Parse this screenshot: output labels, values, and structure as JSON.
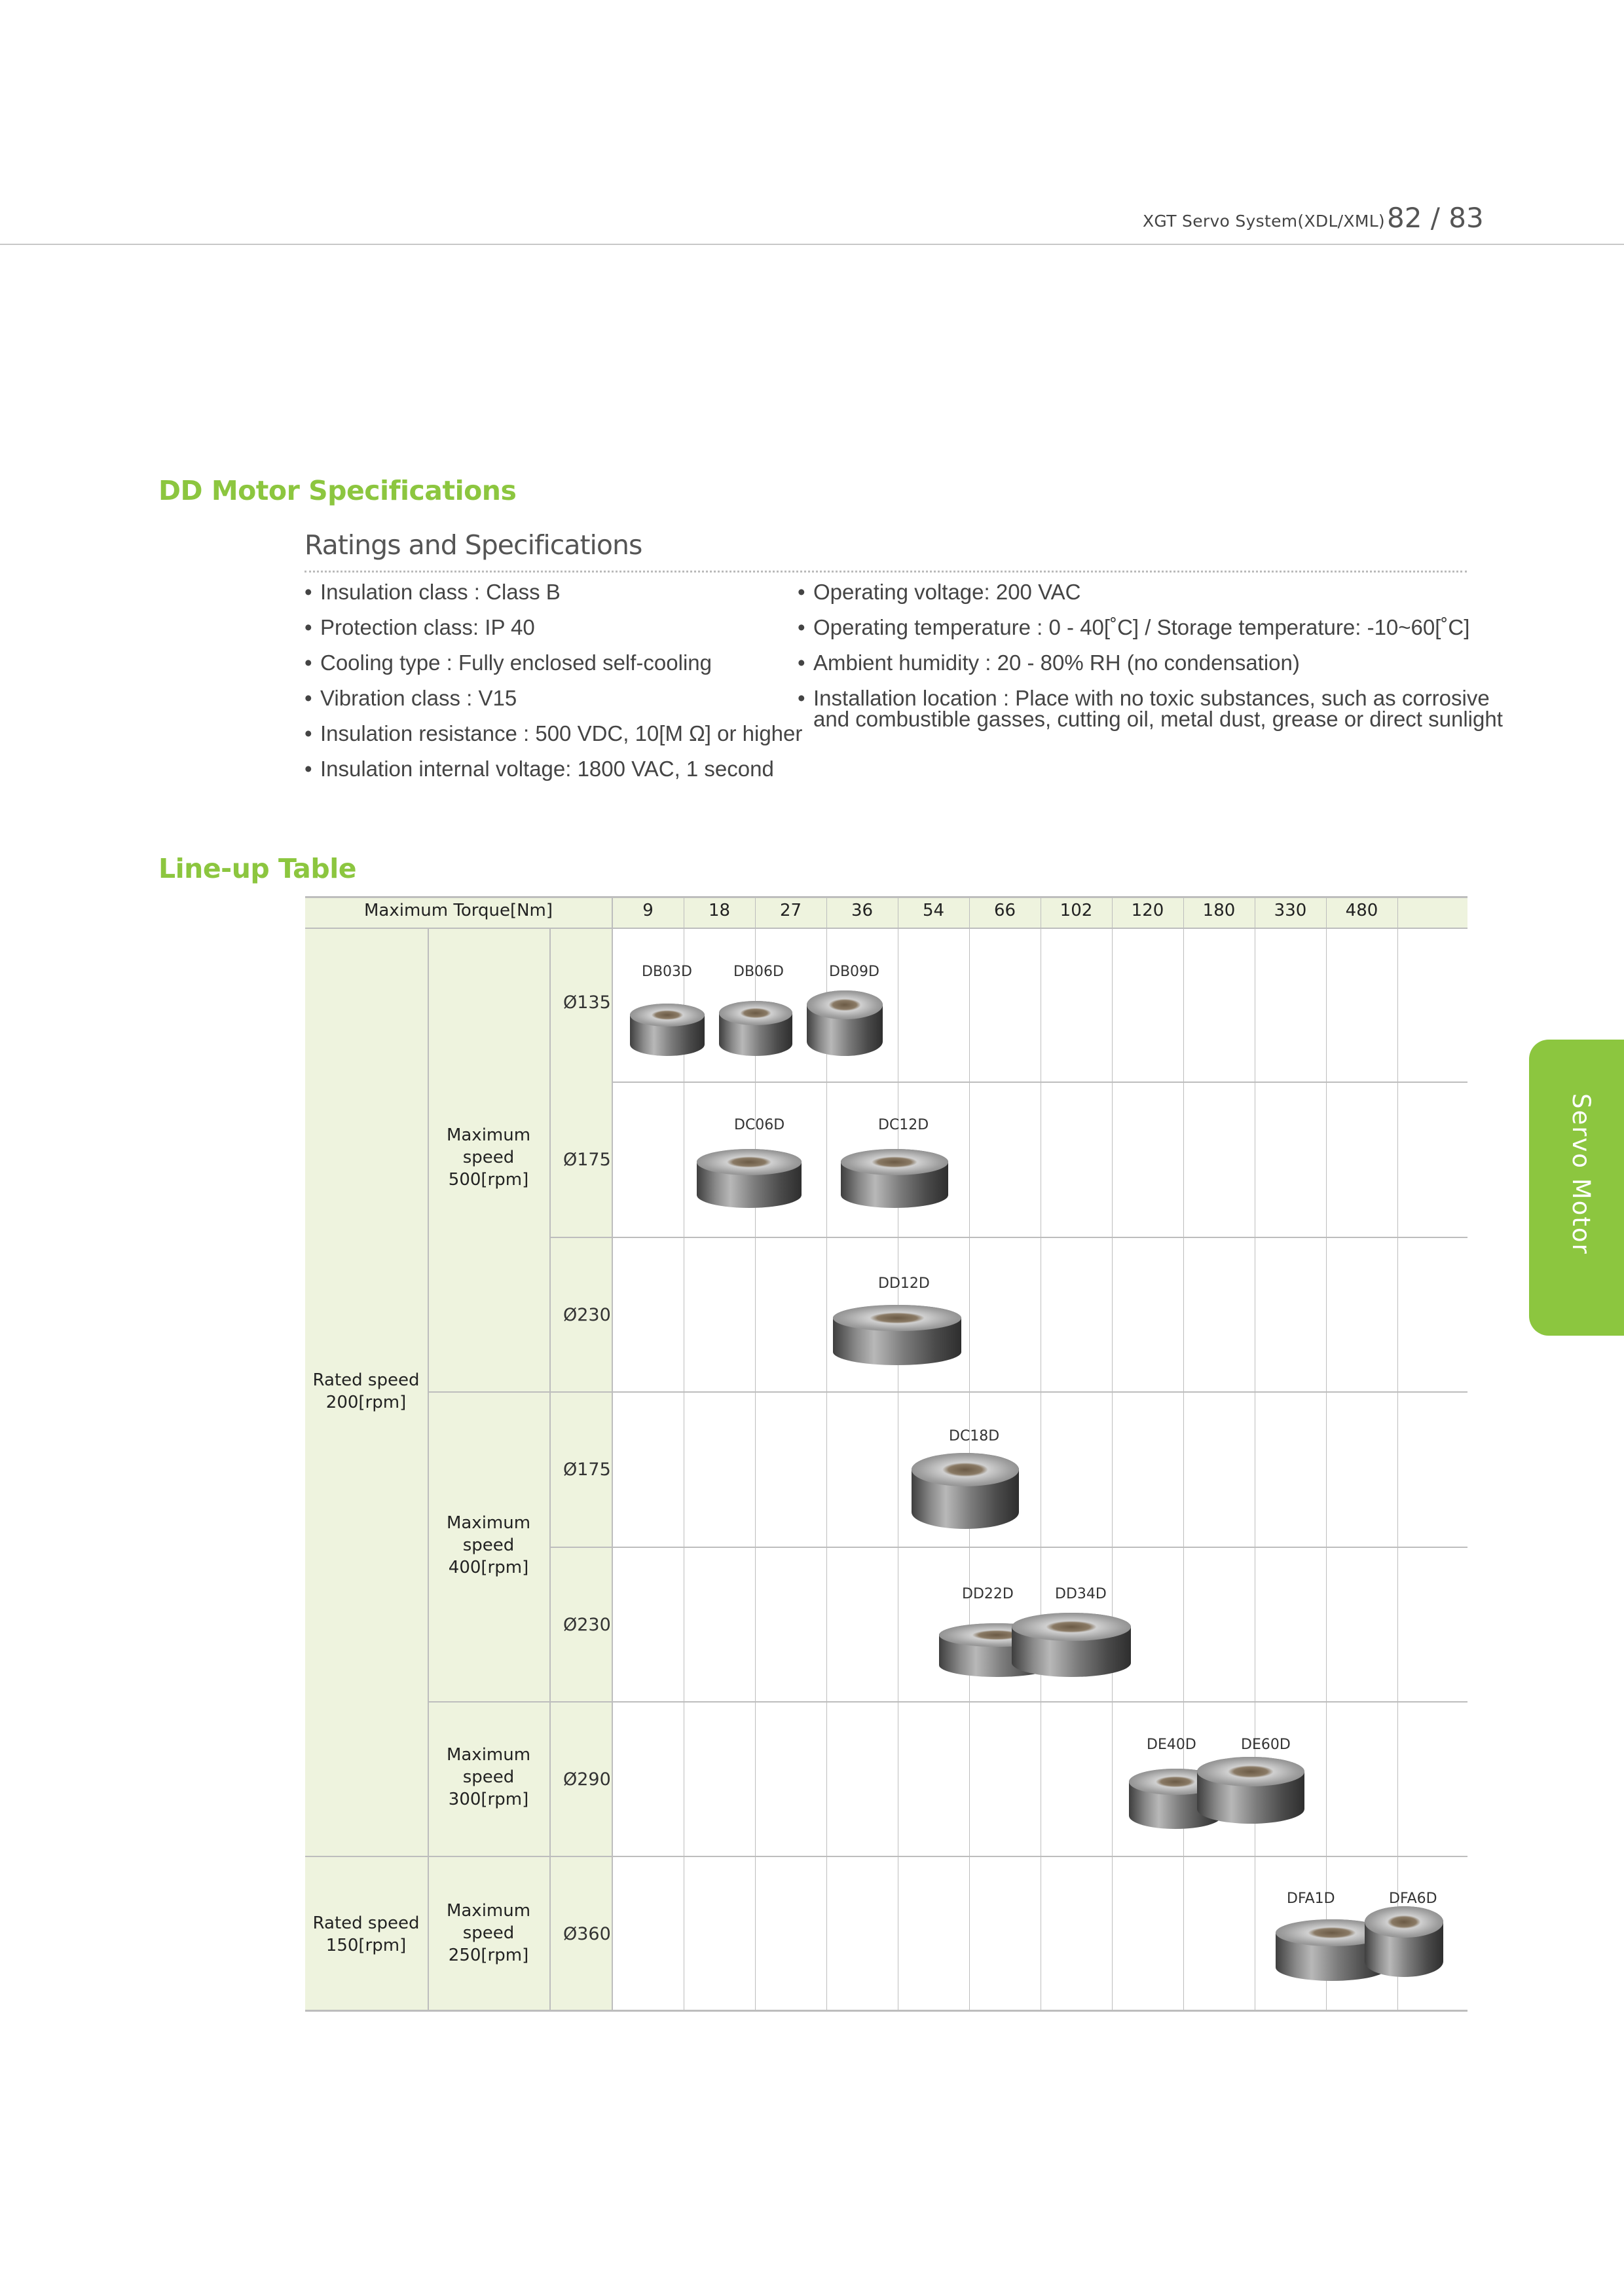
{
  "header": {
    "doc_title": "XGT Servo System(XDL/XML)",
    "pages": "82 / 83"
  },
  "section1": {
    "title": "DD Motor Specifications",
    "subtitle": "Ratings and Specifications"
  },
  "specs": {
    "left": [
      "Insulation class : Class B",
      "Protection class: IP 40",
      "Cooling type : Fully enclosed self-cooling",
      "Vibration class : V15",
      "Insulation resistance : 500 VDC, 10[M Ω] or higher",
      "Insulation internal voltage: 1800 VAC, 1 second"
    ],
    "right": [
      "Operating voltage: 200 VAC",
      "Operating temperature : 0 - 40[˚C] / Storage temperature: -10~60[˚C]",
      "Ambient humidity : 20 - 80% RH (no condensation)"
    ],
    "install_line1": "Installation location : Place with no toxic substances, such as corrosive",
    "install_line2": "and combustible gasses, cutting oil, metal dust, grease or direct sunlight"
  },
  "section2": {
    "title": "Line-up Table"
  },
  "table": {
    "torque_header": "Maximum Torque[Nm]",
    "torques": [
      "9",
      "18",
      "27",
      "36",
      "54",
      "66",
      "102",
      "120",
      "180",
      "330",
      "480"
    ],
    "rated_200": {
      "l1": "Rated speed",
      "l2": "200[rpm]"
    },
    "rated_150": {
      "l1": "Rated speed",
      "l2": "150[rpm]"
    },
    "max500": {
      "l1": "Maximum",
      "l2": "speed",
      "l3": "500[rpm]"
    },
    "max400": {
      "l1": "Maximum",
      "l2": "speed",
      "l3": "400[rpm]"
    },
    "max300": {
      "l1": "Maximum",
      "l2": "speed",
      "l3": "300[rpm]"
    },
    "max250": {
      "l1": "Maximum",
      "l2": "speed",
      "l3": "250[rpm]"
    },
    "diameters": [
      "Ø135",
      "Ø175",
      "Ø230",
      "Ø175",
      "Ø230",
      "Ø290",
      "Ø360"
    ],
    "models": [
      "DB03D",
      "DB06D",
      "DB09D",
      "DC06D",
      "DC12D",
      "DD12D",
      "DC18D",
      "DD22D",
      "DD34D",
      "DE40D",
      "DE60D",
      "DFA1D",
      "DFA6D"
    ]
  },
  "side_tab": "Servo Motor"
}
